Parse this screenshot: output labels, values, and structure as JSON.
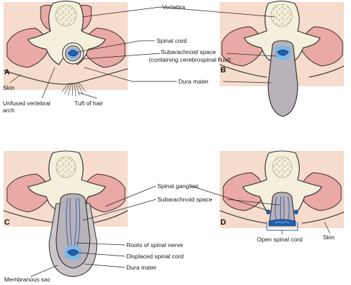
{
  "panels": {
    "a": {
      "letter": "A"
    },
    "b": {
      "letter": "B"
    },
    "c": {
      "letter": "C"
    },
    "d": {
      "letter": "D"
    }
  },
  "labels": {
    "vertebra": "Vertebra",
    "spinal_cord": "Spinal cord",
    "subarachnoid_space_line1": "Subarachnoid space",
    "subarachnoid_space_line2": "(containing cerebrospinal fluid)",
    "dura_mater_top": "Dura mater",
    "skin_a": "Skin",
    "unfused_arch_line1": "Unfused vertebral",
    "unfused_arch_line2": "arch",
    "tuft_of_hair": "Tuft of hair",
    "spinal_ganglion": "Spinal ganglion",
    "subarachnoid_space_bottom": "Subarachnoid space",
    "roots_of_spinal_nerve": "Roots of spinal nerve",
    "displaced_spinal_cord": "Displaced spinal cord",
    "dura_mater_bottom": "Dura mater",
    "membranous_sac": "Membranous sac",
    "open_spinal_cord": "Open spinal cord",
    "skin_d": "Skin"
  },
  "colors": {
    "skin": "#f6dccd",
    "muscle": "#e9a9a4",
    "bone": "#f5f0dc",
    "dura": "#b9b2b8",
    "cord": "#1f5fae",
    "nerve": "#2b5ea8"
  }
}
